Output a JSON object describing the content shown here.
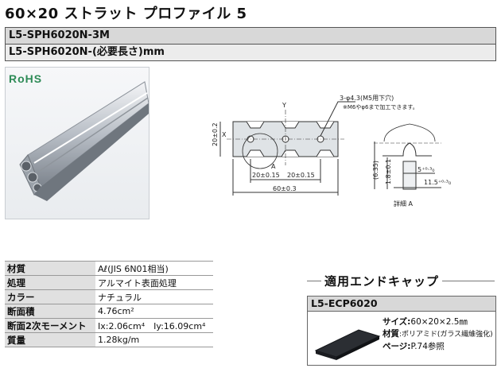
{
  "title": "60×20 ストラット プロファイル 5",
  "parts": [
    "L5-SPH6020N-3M",
    "L5-SPH6020N-(必要長さ)mm"
  ],
  "rohs_logo": "RoHS",
  "drawing": {
    "hole_note": "3-φ4.3(M5用下穴)",
    "tap_note": "※M6やφ6まで加工できます。",
    "height_dim": "20±0.2",
    "x_label": "X",
    "y_label": "Y",
    "detail_ref": "A",
    "pitch_left": "20±0.15",
    "pitch_right": "20±0.15",
    "width_dim": "60±0.3",
    "depth_dim": "(6.35)",
    "slot_dim": "1.8±0.1",
    "open_dim": "5⁺⁰·³₀",
    "inner_dim": "11.5⁺⁰·³₀",
    "detail_label": "詳細 A"
  },
  "specs": [
    {
      "key": "材質",
      "value": "Aℓ(JIS 6N01相当)"
    },
    {
      "key": "処理",
      "value": "アルマイト表面処理"
    },
    {
      "key": "カラー",
      "value": "ナチュラル"
    },
    {
      "key": "断面積",
      "value": "4.76cm²"
    },
    {
      "key": "断面2次モーメント",
      "value": "Ix:2.06cm⁴　Iy:16.09cm⁴"
    },
    {
      "key": "質量",
      "value": "1.28kg/m"
    }
  ],
  "endcap": {
    "title": "適用エンドキャップ",
    "code": "L5-ECP6020",
    "size_label": "サイズ:",
    "size_value": "60×20×2.5㎜",
    "material_label": "材質",
    "material_value": ":ポリアミド(ガラス繊維強化)",
    "page_label": "ページ:",
    "page_value": "P.74参照"
  }
}
